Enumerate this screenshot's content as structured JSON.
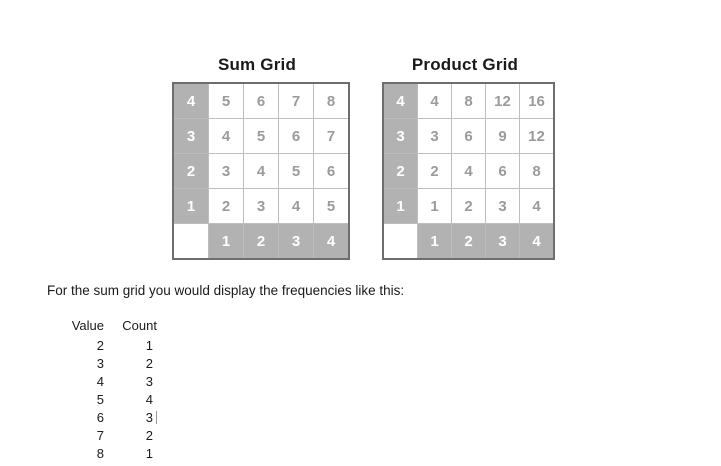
{
  "grids": [
    {
      "id": "sum-grid",
      "title": "Sum Grid",
      "row_headers": [
        "4",
        "3",
        "2",
        "1"
      ],
      "col_headers": [
        "1",
        "2",
        "3",
        "4"
      ],
      "corner_label": "",
      "rows": [
        [
          "5",
          "6",
          "7",
          "8"
        ],
        [
          "4",
          "5",
          "6",
          "7"
        ],
        [
          "3",
          "4",
          "5",
          "6"
        ],
        [
          "2",
          "3",
          "4",
          "5"
        ]
      ]
    },
    {
      "id": "product-grid",
      "title": "Product Grid",
      "row_headers": [
        "4",
        "3",
        "2",
        "1"
      ],
      "col_headers": [
        "1",
        "2",
        "3",
        "4"
      ],
      "corner_label": "",
      "rows": [
        [
          "4",
          "8",
          "12",
          "16"
        ],
        [
          "3",
          "6",
          "9",
          "12"
        ],
        [
          "2",
          "4",
          "6",
          "8"
        ],
        [
          "1",
          "2",
          "3",
          "4"
        ]
      ]
    }
  ],
  "intro_sentence": "For the sum grid you would display the frequencies like this:",
  "frequency_table": {
    "headers": {
      "value": "Value",
      "count": "Count"
    },
    "rows": [
      {
        "value": "2",
        "count": "1"
      },
      {
        "value": "3",
        "count": "2"
      },
      {
        "value": "4",
        "count": "3"
      },
      {
        "value": "5",
        "count": "4"
      },
      {
        "value": "6",
        "count": "3"
      },
      {
        "value": "7",
        "count": "2"
      },
      {
        "value": "8",
        "count": "1"
      }
    ],
    "caret_row_index": 4
  },
  "colors": {
    "header_cell_background": "#b2b2b2",
    "header_cell_text": "#ffffff",
    "body_cell_text": "#9b9b9b",
    "grid_outer_border": "#6e6e6e",
    "grid_inner_border": "#bdbdbd",
    "page_background": "#ffffff"
  }
}
